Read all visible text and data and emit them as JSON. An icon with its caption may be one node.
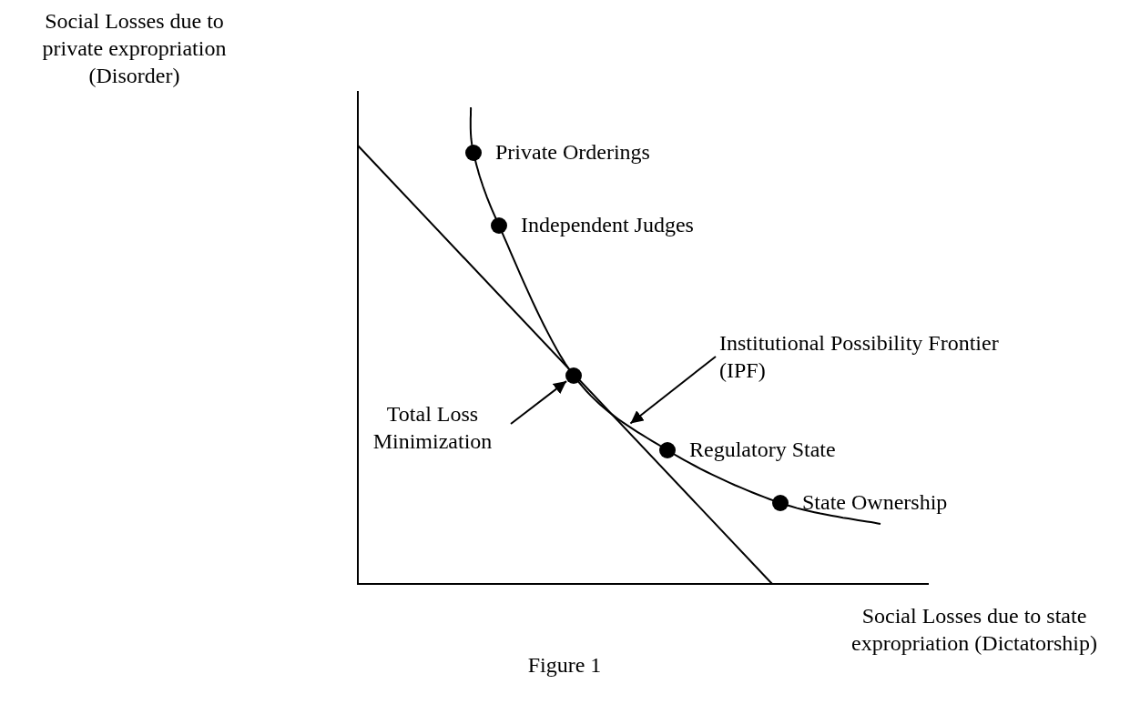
{
  "diagram": {
    "caption": "Figure 1",
    "nodes": [
      {
        "text": [],
        "shape": "circle",
        "beside": [
          "Private Orderings"
        ]
      },
      {
        "text": [],
        "shape": "circle",
        "beside": [
          "Independent Judges"
        ]
      },
      {
        "text": [
          "Institutional Possibility Frontier (IPF)"
        ]
      },
      {
        "text": [],
        "shape": "circle"
      },
      {
        "text": [
          "Total Loss Minimization"
        ]
      },
      {
        "text": [],
        "shape": "circle",
        "beside": [
          "Regulatory State"
        ]
      },
      {
        "text": [],
        "shape": "circle",
        "beside": [
          "State Ownership"
        ]
      }
    ],
    "edges": [
      {
        "from": 2,
        "to": null,
        "arrow": "to"
      },
      {
        "from": 4,
        "to": 3,
        "arrow": "to"
      }
    ],
    "labels": [
      "Social Losses due to private expropriation (Disorder)",
      "Social Losses due to state expropriation (Dictatorship)"
    ]
  }
}
